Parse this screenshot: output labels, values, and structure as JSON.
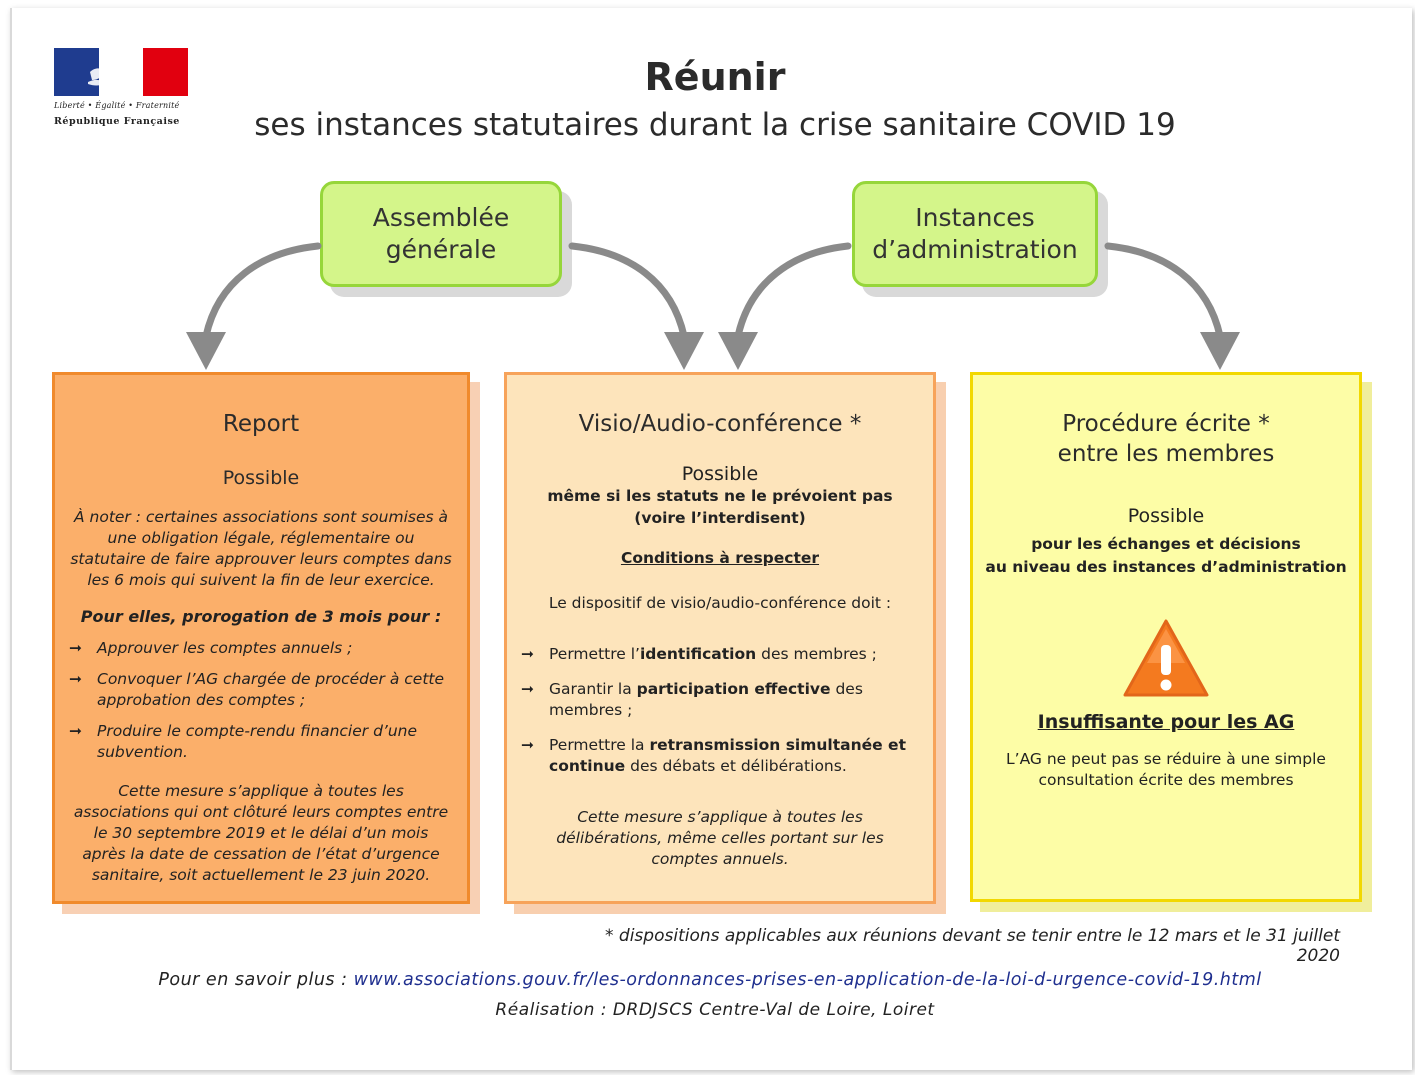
{
  "logo": {
    "motto": "Liberté • Égalité • Fraternité",
    "name": "République Française"
  },
  "header": {
    "title": "Réunir",
    "subtitle": "ses instances statutaires durant la crise sanitaire COVID 19"
  },
  "sources": [
    {
      "line1": "Assemblée",
      "line2": "générale"
    },
    {
      "line1": "Instances",
      "line2": "d’administration"
    }
  ],
  "colors": {
    "green_fill": "#d4f58a",
    "orange_fill": "#fbaf6a",
    "peach_fill": "#fde4bb",
    "yellow_fill": "#fdfda6",
    "arrow": "#8a8a8a",
    "link": "#1f2f8f"
  },
  "report": {
    "title": "Report",
    "status": "Possible",
    "note": "À noter : certaines associations sont soumises à une obligation légale, réglementaire ou statutaire de faire approuver leurs comptes dans les 6 mois qui suivent la fin de leur exercice.",
    "prorogation": "Pour elles, prorogation de 3 mois pour :",
    "items": [
      "Approuver les comptes annuels ;",
      "Convoquer l’AG chargée de procéder à cette approbation des comptes ;",
      "Produire le compte-rendu financier d’une subvention."
    ],
    "footer": "Cette mesure s’applique à toutes les associations qui ont clôturé leurs comptes entre le 30 septembre 2019 et le délai d’un mois après la date de cessation de l’état d’urgence sanitaire, soit actuellement le 23 juin 2020."
  },
  "visio": {
    "title": "Visio/Audio-conférence *",
    "status": "Possible",
    "status_detail_1": "même si les statuts ne le prévoient pas",
    "status_detail_2": "(voire l’interdisent)",
    "conditions_label": "Conditions à respecter",
    "intro": "Le dispositif de visio/audio-conférence doit :",
    "items": [
      {
        "before": "Permettre l’",
        "bold": "identification",
        "after": " des membres ;"
      },
      {
        "before": "Garantir la ",
        "bold": "participation effective",
        "after": " des membres ;"
      },
      {
        "before": "Permettre la ",
        "bold": "retransmission simultanée et continue",
        "after": " des débats et délibérations."
      }
    ],
    "footer": "Cette mesure s’applique à toutes les délibérations, même celles portant sur les comptes annuels."
  },
  "ecrite": {
    "title_1": "Procédure écrite *",
    "title_2": "entre les membres",
    "status": "Possible",
    "status_detail_1": "pour les échanges et décisions",
    "status_detail_2": "au niveau des instances d’administration",
    "warning_icon": "warning-triangle-icon",
    "insufficient": "Insuffisante pour les AG",
    "footer": "L’AG ne peut pas se réduire à une simple consultation écrite des membres"
  },
  "footnote": "* dispositions applicables aux réunions devant se tenir entre le 12 mars et le 31 juillet 2020",
  "more": {
    "label": "Pour en savoir plus :",
    "link": "www.associations.gouv.fr/les-ordonnances-prises-en-application-de-la-loi-d-urgence-covid-19.html"
  },
  "credit": "Réalisation : DRDJSCS Centre-Val de Loire, Loiret"
}
